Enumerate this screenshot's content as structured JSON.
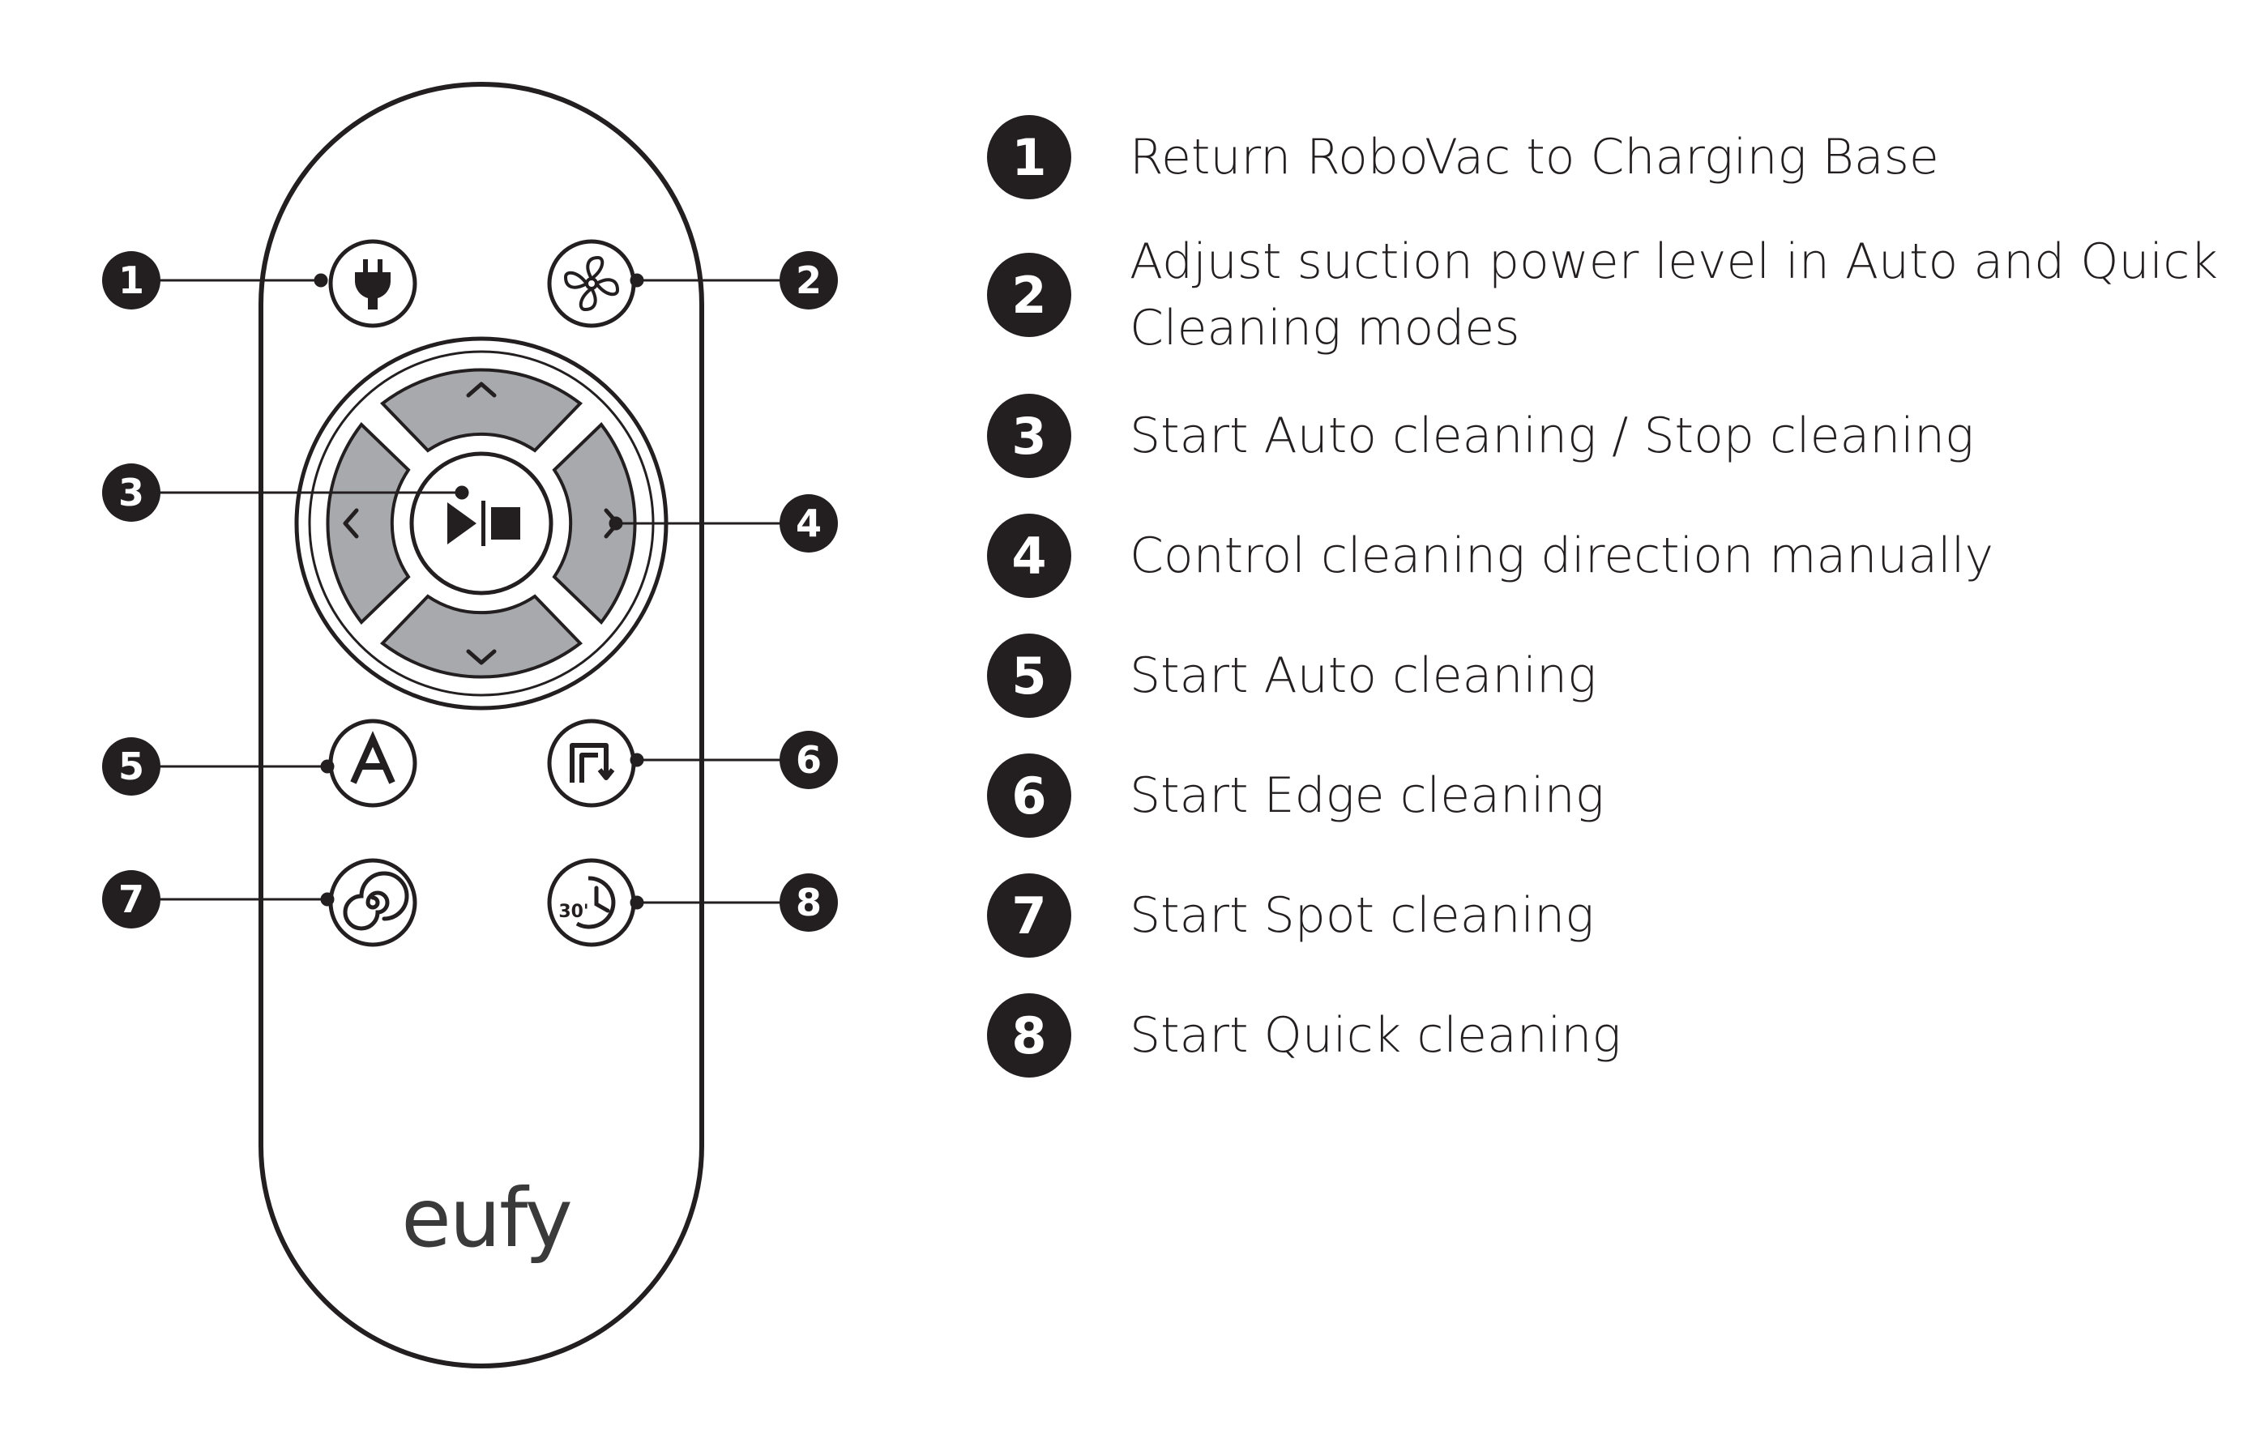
{
  "brand": "eufy",
  "callouts": [
    {
      "number": "1",
      "label": "Return RoboVac to Charging Base"
    },
    {
      "number": "2",
      "label": "Adjust suction power level in Auto and Quick\nCleaning modes"
    },
    {
      "number": "3",
      "label": "Start Auto cleaning / Stop cleaning"
    },
    {
      "number": "4",
      "label": "Control cleaning direction manually"
    },
    {
      "number": "5",
      "label": "Start Auto cleaning"
    },
    {
      "number": "6",
      "label": "Start Edge cleaning"
    },
    {
      "number": "7",
      "label": "Start Spot cleaning"
    },
    {
      "number": "8",
      "label": "Start Quick cleaning"
    }
  ],
  "quick_button_text": "30'",
  "icons": {
    "button_1": "plug-icon",
    "button_2": "fan-icon",
    "button_3": "play-pause-icon",
    "button_4": "direction-pad",
    "button_5": "auto-a-icon",
    "button_6": "edge-icon",
    "button_7": "spiral-icon",
    "button_8": "quick-clock-icon"
  },
  "colors": {
    "ink": "#231f20",
    "dpad": "#a7a9ac",
    "background": "#ffffff"
  }
}
